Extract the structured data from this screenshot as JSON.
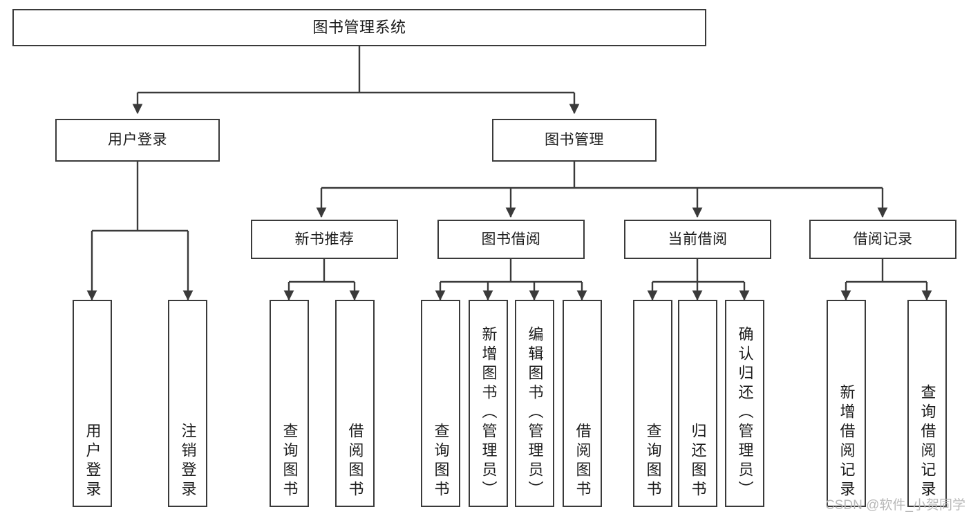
{
  "diagram": {
    "title": "图书管理系统",
    "type": "tree",
    "watermark": "CSDN @软件_小贺同学",
    "colors": {
      "box_border": "#3a3a3a",
      "box_fill": "#ffffff",
      "connector": "#3a3a3a",
      "text": "#1c1c1c",
      "watermark": "#b9b9b9"
    },
    "levels": {
      "level1": [
        "图书管理系统"
      ],
      "level2": [
        "用户登录",
        "图书管理"
      ],
      "level3": [
        "新书推荐",
        "图书借阅",
        "当前借阅",
        "借阅记录"
      ],
      "level4": [
        "用户登录",
        "注销登录",
        "查询图书",
        "借阅图书",
        "查询图书",
        "新增图书（管理员）",
        "编辑图书（管理员）",
        "借阅图书",
        "查询图书",
        "归还图书",
        "确认归还（管理员）",
        "新增借阅记录",
        "查询借阅记录"
      ]
    },
    "nodes": {
      "root": "图书管理系统",
      "user_login": "用户登录",
      "book_manage": "图书管理",
      "new_book_rec": "新书推荐",
      "book_borrow": "图书借阅",
      "current_borrow": "当前借阅",
      "borrow_record": "借阅记录",
      "leaf_user_login": "用户登录",
      "leaf_logout": "注销登录",
      "leaf_query_book_1": "查询图书",
      "leaf_borrow_book_1": "借阅图书",
      "leaf_query_book_2": "查询图书",
      "leaf_add_book_admin": "新增图书（管理员）",
      "leaf_edit_book_admin": "编辑图书（管理员）",
      "leaf_borrow_book_2": "借阅图书",
      "leaf_query_book_3": "查询图书",
      "leaf_return_book": "归还图书",
      "leaf_confirm_return_admin": "确认归还（管理员）",
      "leaf_add_borrow_record": "新增借阅记录",
      "leaf_query_borrow_record": "查询借阅记录"
    }
  }
}
